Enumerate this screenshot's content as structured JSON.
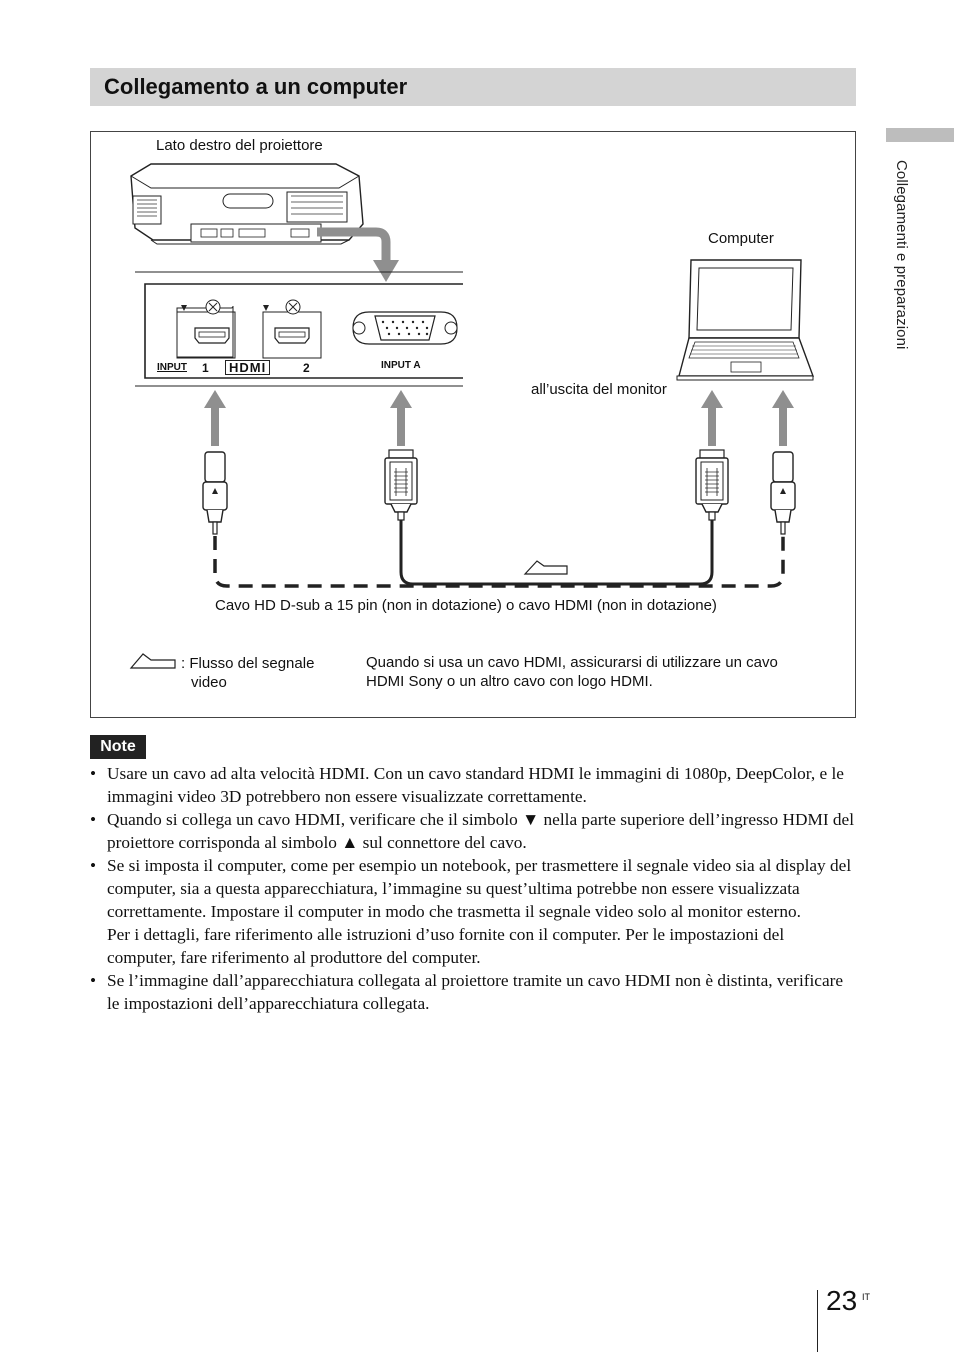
{
  "section": {
    "title": "Collegamento a un computer"
  },
  "side_tab": {
    "label": "Collegamenti e preparazioni"
  },
  "figure": {
    "projector_label": "Lato destro del proiettore",
    "computer_label": "Computer",
    "monitor_out_label": "all’uscita del monitor",
    "panel_input_label": "INPUT",
    "panel_hdmi1": "1",
    "panel_hdmi_logo": "HDMI",
    "panel_hdmi2": "2",
    "panel_input_a": "INPUT A",
    "cable_caption": "Cavo HD D-sub a 15 pin (non in dotazione) o cavo HDMI (non in dotazione)",
    "legend_signal_line1": ": Flusso del segnale",
    "legend_signal_line2": "video",
    "legend_hdmi_note": "Quando si usa un cavo HDMI, assicurarsi di utilizzare un cavo HDMI Sony o un altro cavo con logo HDMI."
  },
  "note": {
    "badge": "Note",
    "items": [
      {
        "text": "Usare un cavo ad alta velocità HDMI. Con un cavo standard HDMI le immagini di 1080p, DeepColor, e le immagini video 3D potrebbero non essere visualizzate correttamente."
      },
      {
        "text": "Quando si collega un cavo HDMI, verificare che il simbolo ▼ nella parte superiore dell’ingresso HDMI del proiettore corrisponda al simbolo ▲ sul connettore del cavo."
      },
      {
        "text": "Se si imposta il computer, come per esempio un notebook, per trasmettere il segnale video sia al display del computer, sia a questa apparecchiatura, l’immagine su quest’ultima potrebbe non essere visualizzata correttamente. Impostare il computer in modo che trasmetta il segnale video solo al monitor esterno.",
        "text2": "Per i dettagli, fare riferimento alle istruzioni d’uso fornite con il computer. Per le impostazioni del computer, fare riferimento al produttore del computer."
      },
      {
        "text": "Se l’immagine dall’apparecchiatura collegata al proiettore tramite un cavo HDMI non è distinta, verificare le impostazioni dell’apparecchiatura collegata."
      }
    ]
  },
  "page": {
    "number": "23",
    "lang": "IT"
  }
}
